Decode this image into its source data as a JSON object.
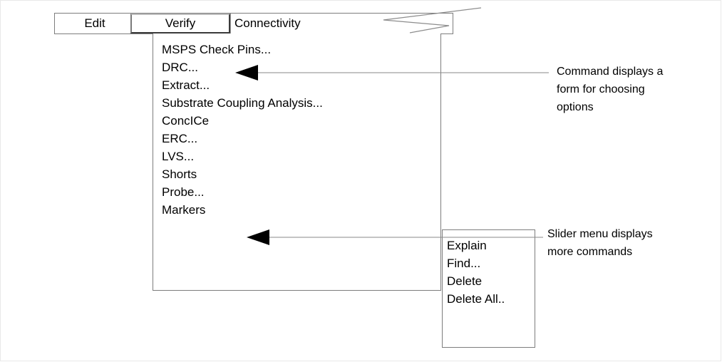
{
  "menubar": {
    "items": [
      {
        "label": "Edit",
        "selected": false
      },
      {
        "label": "Verify",
        "selected": true
      },
      {
        "label": "Connectivity",
        "selected": false
      }
    ],
    "edit_label": "Edit",
    "verify_label": "Verify",
    "connectivity_label": "Connectivity",
    "break_icon": "torn-edge-icon"
  },
  "dropdown": {
    "owner": "Verify",
    "items": [
      {
        "label": "MSPS Check Pins...",
        "opens_form": true
      },
      {
        "label": "DRC...",
        "opens_form": true
      },
      {
        "label": "Extract...",
        "opens_form": true
      },
      {
        "label": "Substrate Coupling Analysis...",
        "opens_form": true
      },
      {
        "label": "ConcICe",
        "opens_form": false
      },
      {
        "label": "ERC...",
        "opens_form": true
      },
      {
        "label": "LVS...",
        "opens_form": true
      },
      {
        "label": "Shorts",
        "opens_form": false
      },
      {
        "label": "Probe...",
        "opens_form": true
      },
      {
        "label": "Markers",
        "opens_form": false
      }
    ]
  },
  "submenu": {
    "owner": "Markers",
    "items": [
      {
        "label": "Explain"
      },
      {
        "label": "Find..."
      },
      {
        "label": "Delete"
      },
      {
        "label": "Delete All.."
      }
    ]
  },
  "callouts": [
    {
      "id": "callout-form",
      "text": "Command displays a\nform for choosing\noptions",
      "target": "DRC...",
      "arrow_icon": "left-arrowhead-icon"
    },
    {
      "id": "callout-slider",
      "text": "Slider menu displays\nmore commands",
      "target": "Markers submenu",
      "arrow_icon": "left-arrowhead-icon"
    }
  ],
  "colors": {
    "border": "#7d7d7d",
    "text": "#000000",
    "background": "#ffffff",
    "leader_line": "#8a8a8a",
    "arrowhead": "#000000"
  }
}
